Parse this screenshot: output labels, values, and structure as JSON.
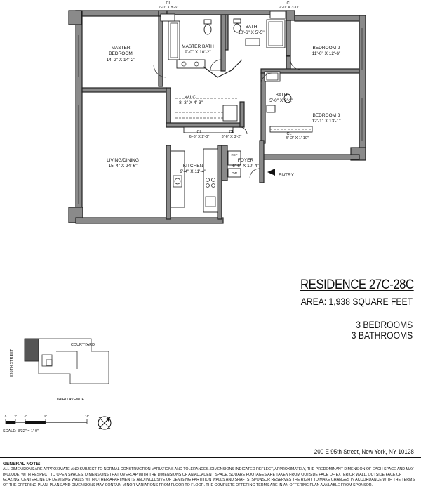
{
  "plan": {
    "rooms": {
      "master_bedroom": {
        "name": "MASTER\nBEDROOM",
        "name_l1": "MASTER",
        "name_l2": "BEDROOM",
        "dims": "14'-2\" X 14'-2\""
      },
      "master_bath": {
        "name": "MASTER BATH",
        "dims": "9'-0\" X 10'-2\""
      },
      "bath_top": {
        "name": "BATH",
        "dims": "10'-6\" X 5'-5\""
      },
      "bedroom2": {
        "name": "BEDROOM 2",
        "dims": "11'-0\" X 12'-6\""
      },
      "wic": {
        "name": "W.I.C.",
        "dims": "8'-3\" X 4'-3\""
      },
      "bath_mid": {
        "name": "BATH",
        "dims": "5'-0\" X 9'-2\""
      },
      "bedroom3": {
        "name": "BEDROOM 3",
        "dims": "12'-1\" X 13'-1\""
      },
      "living": {
        "name": "LIVING/DINING",
        "dims": "15'-4\" X 24'-6\""
      },
      "kitchen": {
        "name": "KITCHEN",
        "dims": "9'-4\" X 11'-4\""
      },
      "foyer": {
        "name": "FOYER",
        "dims": "6'-6\" X 10'-4\""
      }
    },
    "closets": {
      "cl_top_left": {
        "label": "CL",
        "dims": "2'-0\" X 8'-6\""
      },
      "cl_top_right": {
        "label": "CL",
        "dims": "2'-0\" X 3'-0\""
      },
      "cl_mid_left": {
        "label": "CL",
        "dims": "6'-6\" X 2'-0\""
      },
      "cl_mid_center": {
        "label": "CL",
        "dims": "3'-6\" X 3'-2\""
      },
      "cl_bed3": {
        "label": "CL",
        "dims": "5'-2\" X 1'-10\""
      }
    },
    "entry_label": "ENTRY",
    "fixture_labels": {
      "ref": "REF",
      "dw": "DW"
    }
  },
  "residence": {
    "title": "RESIDENCE 27C-28C",
    "area": "AREA: 1,938 SQUARE FEET",
    "bedrooms": "3 BEDROOMS",
    "bathrooms": "3 BATHROOMS"
  },
  "keyplan": {
    "courtyard": "COURTYARD",
    "street_left": "E95TH STREET",
    "avenue": "THIRD AVENUE"
  },
  "scale": {
    "ticks": [
      "0",
      "2'",
      "4'",
      "8'",
      "16'"
    ],
    "label": "SCALE: 3/32\" = 1'-0\""
  },
  "address": "200 E 95th Street, New York, NY 10128",
  "general_note": {
    "title": "GENERAL NOTE:",
    "text": "ALL DIMENSIONS ARE APPROXIMATE AND SUBJECT TO NORMAL CONSTRUCTION VARIATIONS AND TOLERANCES. DIMENSIONS INDICATED REFLECT, APPROXIMATELY, THE PREDOMINANT DIMENSION OF EACH SPACE AND MAY INCLUDE, WITH RESPECT TO OPEN SPACES, DIMENSIONS THAT OVERLAP WITH THE DIMENSIONS OF AN ADJACENT SPACE. SQUARE FOOTAGES ARE TAKEN FROM OUTSIDE FACE OF EXTERIOR WALL, OUTSIDE FACE OF GLAZING, CENTERLINE OF DEMISING WALLS WITH OTHER APARTMENTS, AND INCLUSIVE OF DEMISING PARTITION WALLS AND SHAFTS. SPONSOR RESERVES THE RIGHT TO MAKE CHANGES IN ACCORDANCE WITH THE TERMS OF THE OFFERING PLAN. PLANS AND DIMENSIONS MAY CONTAIN MINOR VARIATIONS FROM FLOOR TO FLOOR. THE COMPLETE OFFERING TERMS ARE IN AN OFFERING PLAN AVAILABLE FROM SPONSOR."
  }
}
